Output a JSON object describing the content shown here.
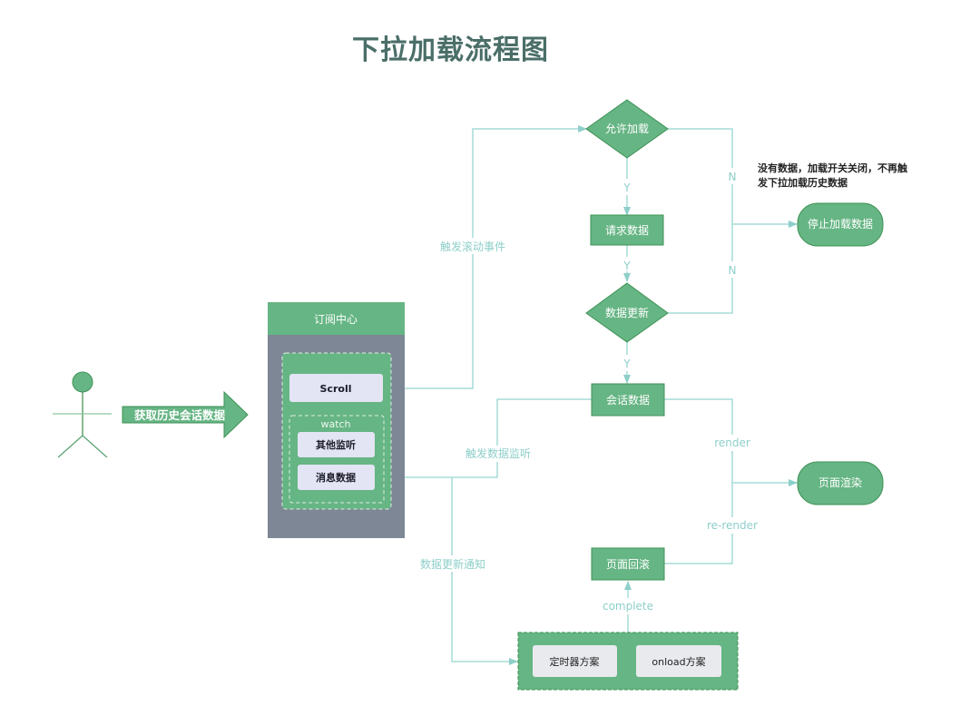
{
  "title": "下拉加载流程图",
  "colors": {
    "node_fill": "#66b584",
    "node_stroke": "#3e9256",
    "edge": "#a6dcd7",
    "edge_label": "#8ecfc9",
    "panel_gray": "#7d8795",
    "light_box": "#e3e4f4",
    "light_gray_box": "#e8eaee"
  },
  "actor": {
    "arrow_label": "获取历史会话数据"
  },
  "subscription_center": {
    "header": "订阅中心",
    "scroll_label": "Scroll",
    "watch_label": "watch",
    "other_listeners": "其他监听",
    "message_data": "消息数据"
  },
  "nodes": {
    "allow_load": "允许加载",
    "request_data": "请求数据",
    "data_updated": "数据更新",
    "session_data": "会话数据",
    "stop_loading": "停止加载数据",
    "page_render": "页面渲染",
    "page_scroll_back": "页面回滚"
  },
  "edge_labels": {
    "trigger_scroll": "触发滚动事件",
    "yes1": "Y",
    "yes2": "Y",
    "yes3": "Y",
    "no1": "N",
    "no2": "N",
    "trigger_data_listen": "触发数据监听",
    "data_update_notify": "数据更新通知",
    "render": "render",
    "re_render": "re-render",
    "complete": "complete"
  },
  "note": {
    "line1": "没有数据，加载开关关闭，不再触",
    "line2": "发下拉加载历史数据"
  },
  "solutions": {
    "timer": "定时器方案",
    "onload": "onload方案"
  }
}
